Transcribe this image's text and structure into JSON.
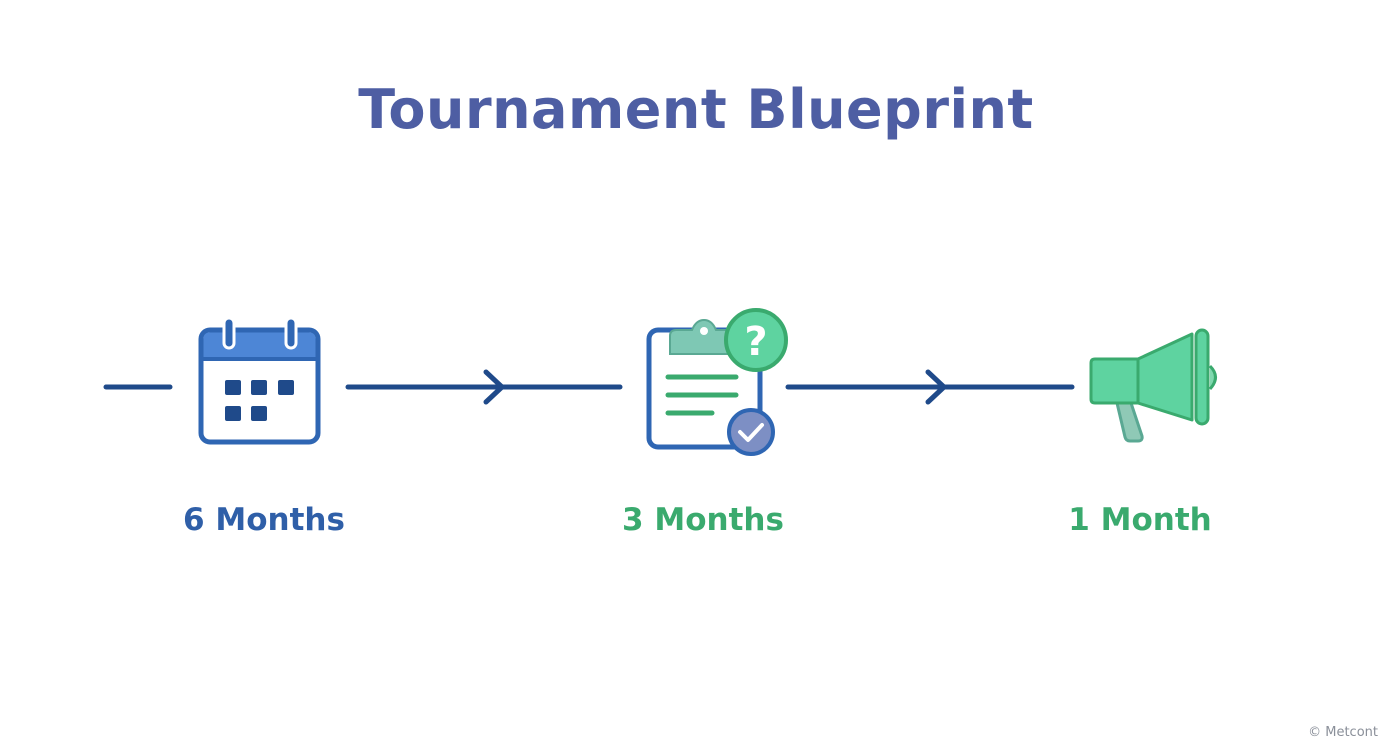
{
  "title": "Tournament Blueprint",
  "stages": [
    {
      "label": "6 Months",
      "icon": "calendar-icon",
      "color": "#2f5fa8"
    },
    {
      "label": "3 Months",
      "icon": "clipboard-question-icon",
      "color": "#3aaa6e"
    },
    {
      "label": "1 Month",
      "icon": "megaphone-icon",
      "color": "#3aaa6e"
    }
  ],
  "watermark": "© Metcont",
  "colors": {
    "title": "#4e5ea3",
    "line": "#1f4a8a",
    "blue": "#2f66b3",
    "green": "#5ed3a0"
  }
}
